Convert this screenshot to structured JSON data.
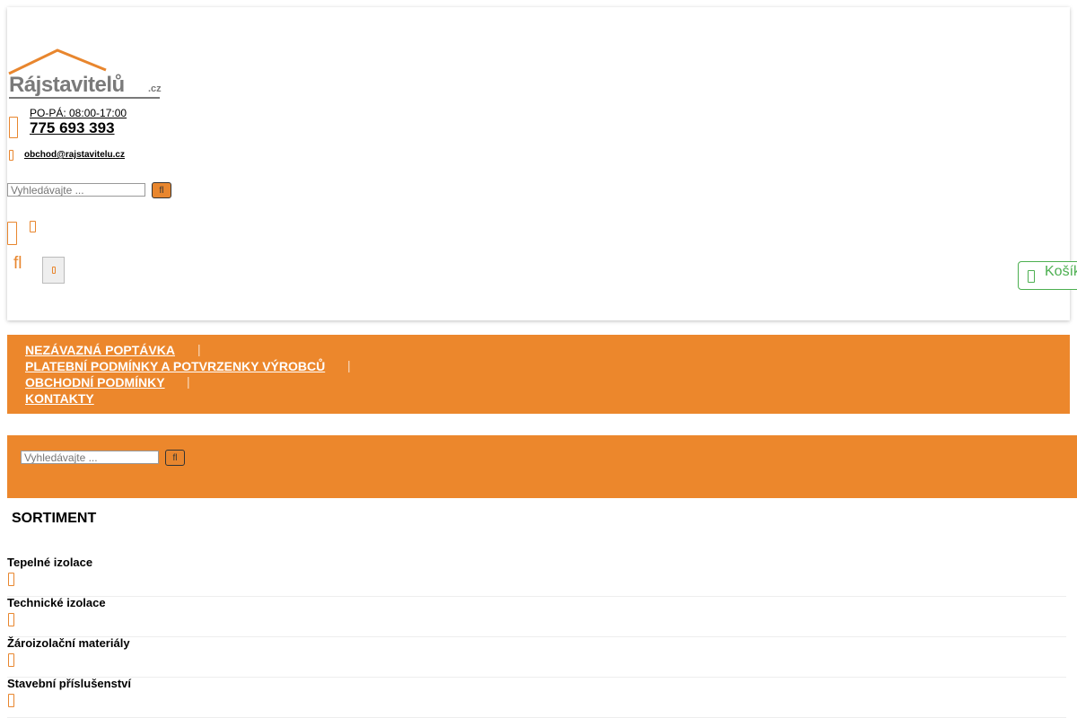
{
  "contact": {
    "hours": "PO-PÁ: 08:00-17:00",
    "phone": "775 693 393",
    "email": "obchod@rajstavitelu.cz"
  },
  "logo": {
    "text_main": "Rájstavitelů",
    "text_suffix": ".cz"
  },
  "search": {
    "placeholder": "Vyhledávajte ...",
    "button_glyph": "fl"
  },
  "icons": {
    "phone": "phone-icon",
    "email": "mobile-icon",
    "user": "user-icon",
    "small": "heart-icon",
    "fl": "fl",
    "menu": "menu-icon",
    "cart": "cart-icon"
  },
  "cart": {
    "label": "Košík"
  },
  "nav": {
    "items": [
      {
        "label": "NEZÁVAZNÁ POPTÁVKA"
      },
      {
        "label": "PLATEBNÍ PODMÍNKY A POTVRZENKY VÝROBCŮ"
      },
      {
        "label": "OBCHODNÍ PODMÍNKY"
      },
      {
        "label": "KONTAKTY"
      }
    ],
    "separator": "|"
  },
  "sortiment": {
    "title": "SORTIMENT",
    "categories": [
      {
        "label": "Tepelné izolace"
      },
      {
        "label": "Technické izolace"
      },
      {
        "label": "Žároizolační materiály"
      },
      {
        "label": "Stavební příslušenství"
      }
    ]
  },
  "colors": {
    "accent": "#ec872c",
    "cart": "#4caf50",
    "logo_text": "#7a7a7a"
  }
}
